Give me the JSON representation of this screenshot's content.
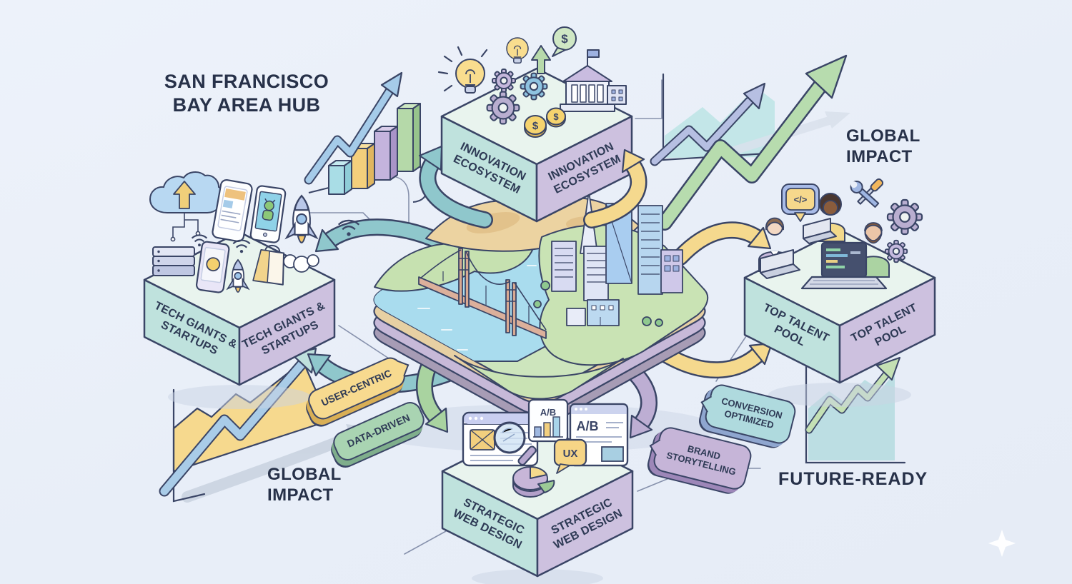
{
  "title": {
    "line1": "SAN FRANCISCO",
    "line2": "BAY AREA HUB"
  },
  "captions": {
    "global_impact_top_line1": "GLOBAL",
    "global_impact_top_line2": "IMPACT",
    "global_impact_bottom_line1": "GLOBAL",
    "global_impact_bottom_line2": "IMPACT",
    "future_ready": "FUTURE-READY"
  },
  "platforms": {
    "innovation_left": "INNOVATION ECOSYSTEM",
    "innovation_right": "INNOVATION ECOSYSTEM",
    "tech_left": "TECH GIANTS & STARTUPS",
    "tech_right": "TECH GIANTS & STARTUPS",
    "talent_left": "TOP TALENT POOL",
    "talent_right": "TOP TALENT POOL",
    "web_left": "STRATEGIC WEB DESIGN",
    "web_right": "STRATEGIC WEB DESIGN"
  },
  "tags": {
    "user_centric": "USER-CENTRIC",
    "data_driven": "DATA-DRIVEN",
    "conversion_line1": "CONVERSION",
    "conversion_line2": "OPTIMIZED",
    "brand_line1": "BRAND",
    "brand_line2": "STORYTELLING"
  },
  "glyphs": {
    "dollar": "$",
    "ab_test": "A/B",
    "ux": "UX",
    "code": "</>"
  },
  "icons": [
    "lightbulb-icon",
    "gear-icon",
    "bank-icon",
    "dollar-coin-icon",
    "dollar-bubble-icon",
    "up-arrow-icon",
    "cloud-upload-icon",
    "server-icon",
    "smartphone-icon",
    "android-icon",
    "wifi-icon",
    "rocket-icon",
    "shopping-bag-icon",
    "person-icon",
    "laptop-icon",
    "code-bubble-icon",
    "tools-icon",
    "browser-icon",
    "ab-test-card-icon",
    "ux-bubble-icon",
    "pie-chart-icon",
    "magnifier-icon",
    "growth-arrow-icon",
    "bar-chart-icon",
    "sparkle-icon",
    "golden-gate-bridge-icon",
    "city-skyline-icon"
  ],
  "colors": {
    "background": "#e9eef8",
    "ink": "#3a4566",
    "text": "#273149",
    "teal_face": "#bfe2dd",
    "purple_face": "#cdc1df",
    "top_face": "#e9f4ee",
    "arrow_teal": "#8fc7cc",
    "arrow_yellow": "#f5d98e",
    "arrow_green": "#a9d3a0",
    "arrow_purple": "#bdaed3",
    "arrow_blue": "#a5cbe9",
    "tag_yellow": "#f7da8f",
    "tag_green": "#a9d4b2",
    "tag_teal": "#afdade",
    "tag_purple": "#c6b5d8",
    "water": "#a9dcee",
    "sand": "#ecd3a1",
    "land": "#cde5bd"
  }
}
